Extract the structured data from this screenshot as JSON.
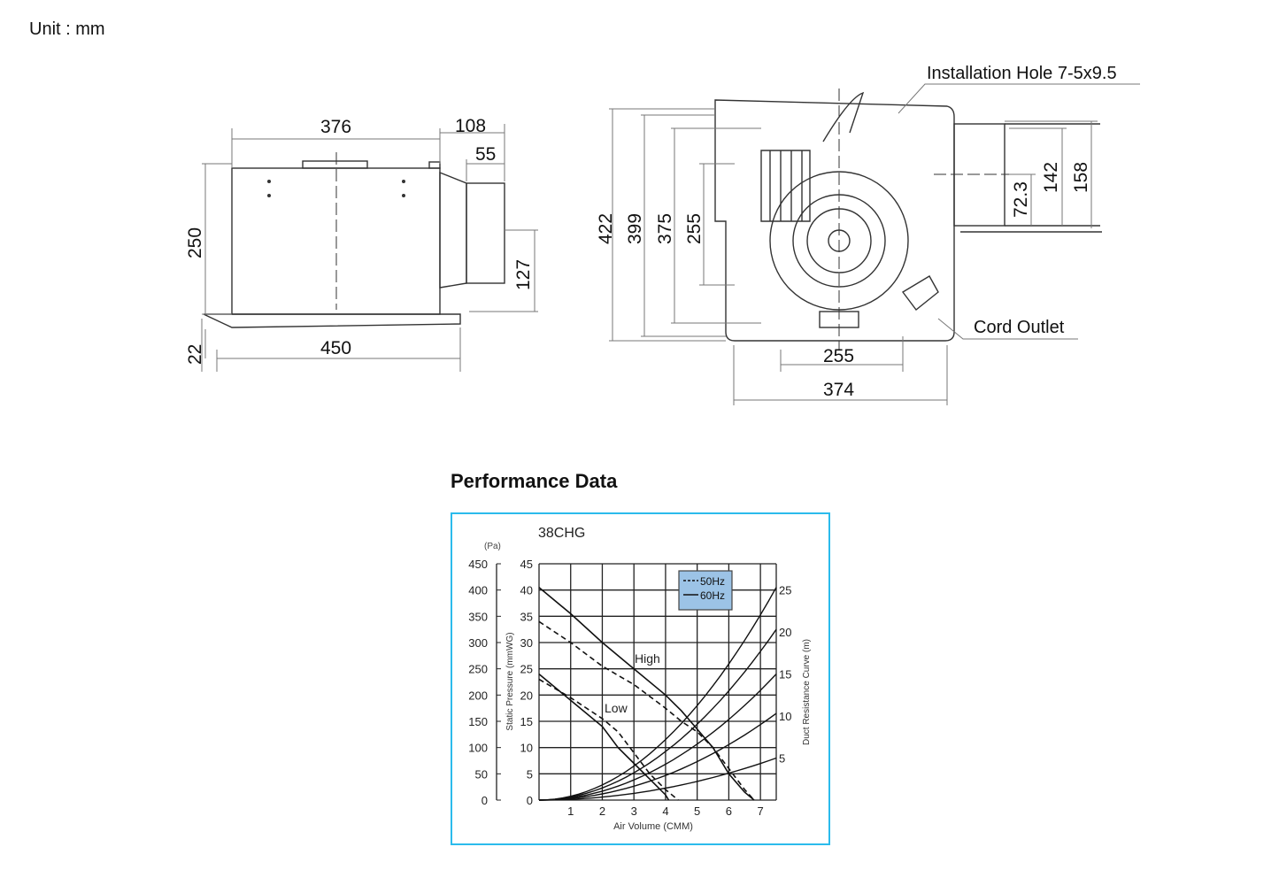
{
  "unit_label": "Unit : mm",
  "side_view": {
    "dims": {
      "width_top": "376",
      "duct_length": "108",
      "duct_offset": "55",
      "height": "250",
      "duct_height": "127",
      "base_height": "22",
      "base_width": "450"
    }
  },
  "front_view": {
    "dims": {
      "h422": "422",
      "h399": "399",
      "h375": "375",
      "h255": "255",
      "w255": "255",
      "w374": "374",
      "d72": "72.3",
      "d142": "142",
      "d158": "158"
    },
    "installation_hole_label": "Installation Hole 7-5x9.5",
    "cord_outlet_label": "Cord Outlet"
  },
  "performance_title": "Performance Data",
  "chart_data": {
    "type": "line",
    "title": "38CHG",
    "xlabel": "Air Volume (CMM)",
    "ylabel": "Static Pressure (mmWG)",
    "y2label": "Duct Resistance Curve (m)",
    "pa_unit": "(Pa)",
    "xlim": [
      0,
      7.5
    ],
    "ylim": [
      0,
      45
    ],
    "grid": true,
    "x_ticks": [
      1,
      2,
      3,
      4,
      5,
      6,
      7
    ],
    "y_ticks": [
      0,
      5,
      10,
      15,
      20,
      25,
      30,
      35,
      40,
      45
    ],
    "pa_ticks": [
      0,
      50,
      100,
      150,
      200,
      250,
      300,
      350,
      400,
      450
    ],
    "duct_ticks": [
      5,
      10,
      15,
      20,
      25
    ],
    "legend": {
      "placement": "top-right",
      "background": "#9cc3e6",
      "entries": [
        {
          "label": "50Hz",
          "style": "dashed"
        },
        {
          "label": "60Hz",
          "style": "solid"
        }
      ]
    },
    "annotations": [
      "High",
      "Low"
    ],
    "series": [
      {
        "curve": "High",
        "freq": "60Hz",
        "style": "solid",
        "points": [
          [
            0,
            40.5
          ],
          [
            1,
            35.5
          ],
          [
            2,
            30
          ],
          [
            3,
            25
          ],
          [
            4,
            20
          ],
          [
            4.5,
            17
          ],
          [
            5,
            13.5
          ],
          [
            5.5,
            10
          ],
          [
            6,
            5
          ],
          [
            6.5,
            1.5
          ],
          [
            6.8,
            0
          ]
        ]
      },
      {
        "curve": "High",
        "freq": "50Hz",
        "style": "dashed",
        "points": [
          [
            0,
            34
          ],
          [
            1,
            30
          ],
          [
            2,
            25.5
          ],
          [
            3,
            22
          ],
          [
            4,
            17.5
          ],
          [
            4.5,
            15
          ],
          [
            5,
            13
          ],
          [
            5.5,
            10
          ],
          [
            6,
            6
          ],
          [
            6.5,
            2
          ],
          [
            6.8,
            0
          ]
        ]
      },
      {
        "curve": "Low",
        "freq": "60Hz",
        "style": "solid",
        "points": [
          [
            0,
            24
          ],
          [
            1,
            19
          ],
          [
            2,
            14
          ],
          [
            2.5,
            10
          ],
          [
            3,
            7
          ],
          [
            3.5,
            4
          ],
          [
            4,
            1
          ],
          [
            4.1,
            0
          ]
        ]
      },
      {
        "curve": "Low",
        "freq": "50Hz",
        "style": "dashed",
        "points": [
          [
            0,
            23
          ],
          [
            1,
            19.5
          ],
          [
            2,
            15.5
          ],
          [
            2.5,
            13
          ],
          [
            3,
            9
          ],
          [
            3.5,
            5
          ],
          [
            4,
            2
          ],
          [
            4.4,
            0
          ]
        ]
      }
    ],
    "duct_curves_end_mmWG_at_7_5": [
      40.5,
      32.5,
      24,
      16.5,
      8
    ]
  }
}
